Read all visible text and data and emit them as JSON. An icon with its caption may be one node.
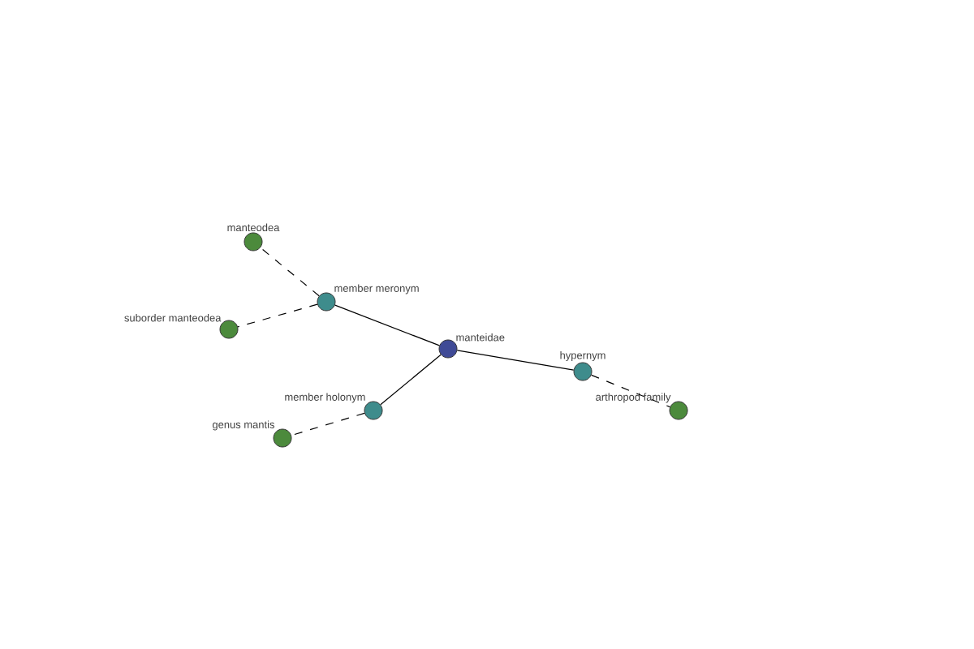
{
  "diagram": {
    "nodes": [
      {
        "text": [
          "manteidae"
        ]
      },
      {
        "text": [
          "member meronym"
        ]
      },
      {
        "text": [
          "manteodea"
        ]
      },
      {
        "text": [
          "suborder manteodea"
        ]
      },
      {
        "text": [
          "member holonym"
        ]
      },
      {
        "text": [
          "genus mantis"
        ]
      },
      {
        "text": [
          "hypernym"
        ]
      },
      {
        "text": [
          "arthropod family"
        ]
      }
    ],
    "edges": [
      {
        "from": 0,
        "to": 1,
        "arrow": "none"
      },
      {
        "from": 1,
        "to": 2,
        "arrow": "none",
        "style": "dashed"
      },
      {
        "from": 1,
        "to": 3,
        "arrow": "none",
        "style": "dashed"
      },
      {
        "from": 0,
        "to": 4,
        "arrow": "none"
      },
      {
        "from": 4,
        "to": 5,
        "arrow": "none",
        "style": "dashed"
      },
      {
        "from": 0,
        "to": 6,
        "arrow": "none"
      },
      {
        "from": 6,
        "to": 7,
        "arrow": "none",
        "style": "dashed"
      }
    ]
  }
}
